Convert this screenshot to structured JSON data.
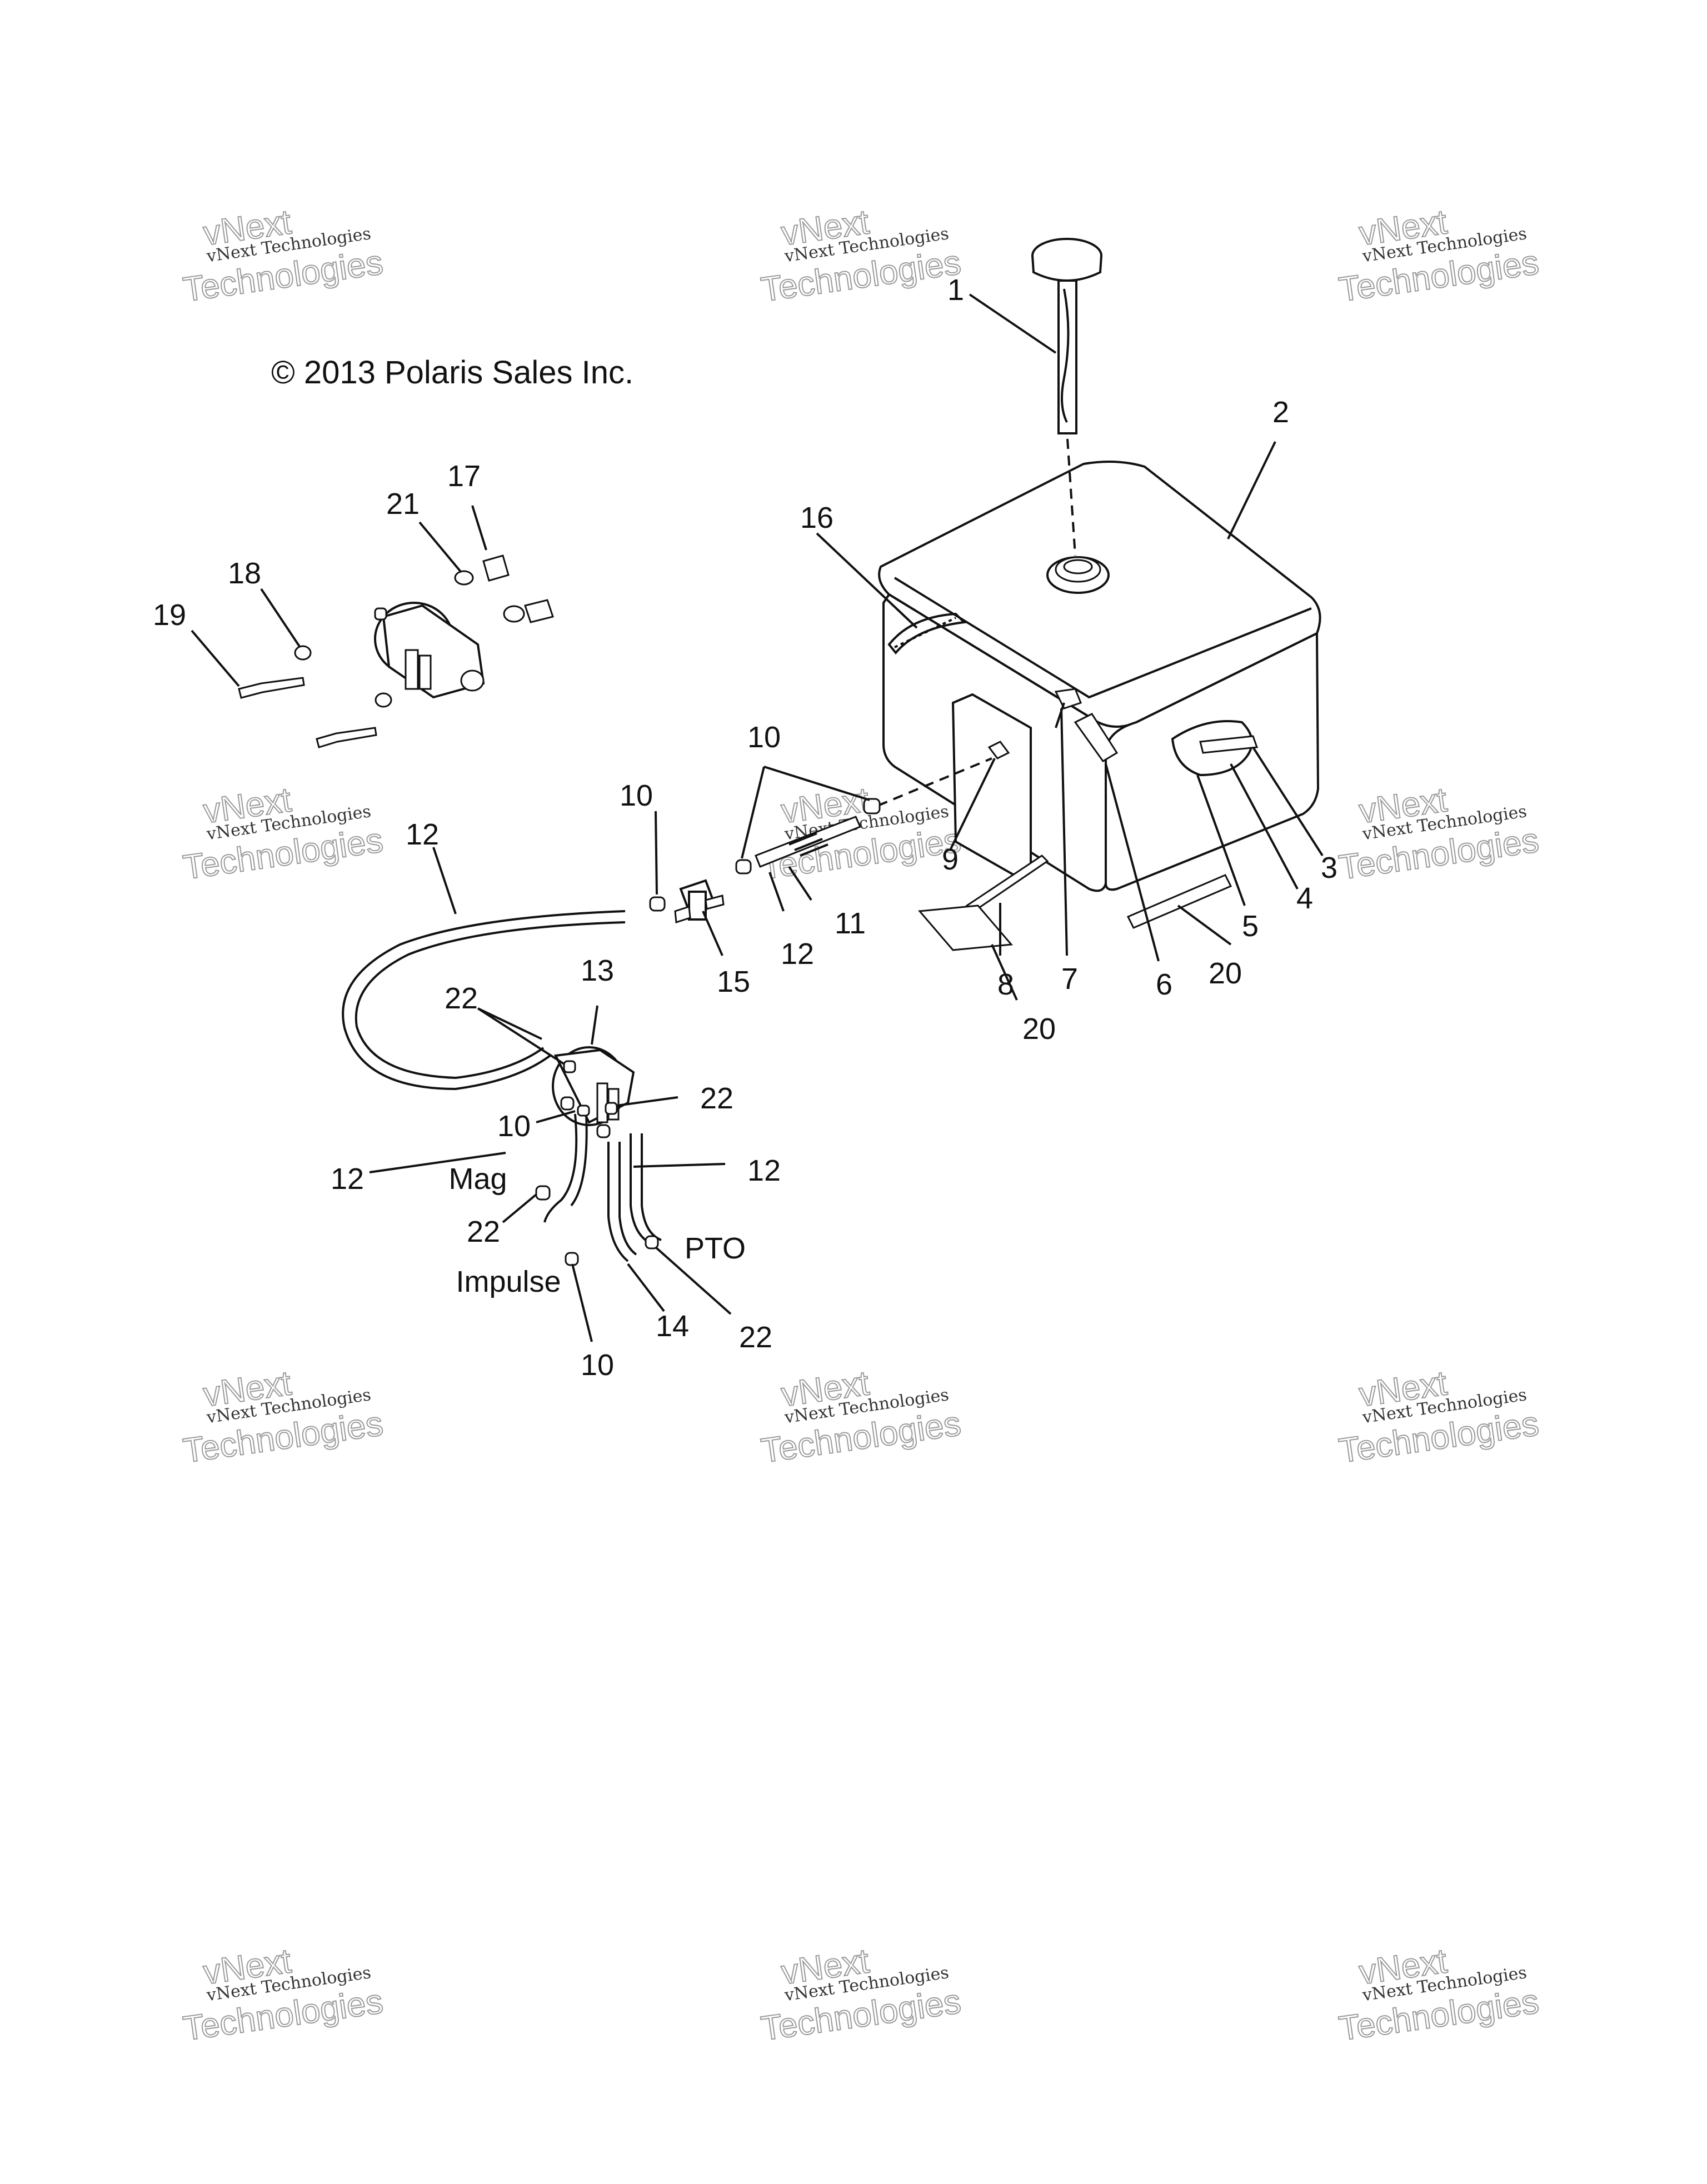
{
  "copyright": "© 2013 Polaris Sales Inc.",
  "watermark": {
    "line1": "vNext Technologies",
    "line2": "vNext",
    "line3": "Technologies"
  },
  "callouts": {
    "c1": "1",
    "c2": "2",
    "c3": "3",
    "c4": "4",
    "c5": "5",
    "c6": "6",
    "c7": "7",
    "c8": "8",
    "c9": "9",
    "c10a": "10",
    "c10b": "10",
    "c10c": "10",
    "c10d": "10",
    "c11": "11",
    "c12a": "12",
    "c12b": "12",
    "c12c": "12",
    "c12d": "12",
    "c13": "13",
    "c14": "14",
    "c15": "15",
    "c16": "16",
    "c17": "17",
    "c18": "18",
    "c19": "19",
    "c20a": "20",
    "c20b": "20",
    "c21": "21",
    "c22a": "22",
    "c22b": "22",
    "c22c": "22",
    "c22d": "22"
  },
  "hose_labels": {
    "mag": "Mag",
    "pto": "PTO",
    "impulse": "Impulse"
  }
}
